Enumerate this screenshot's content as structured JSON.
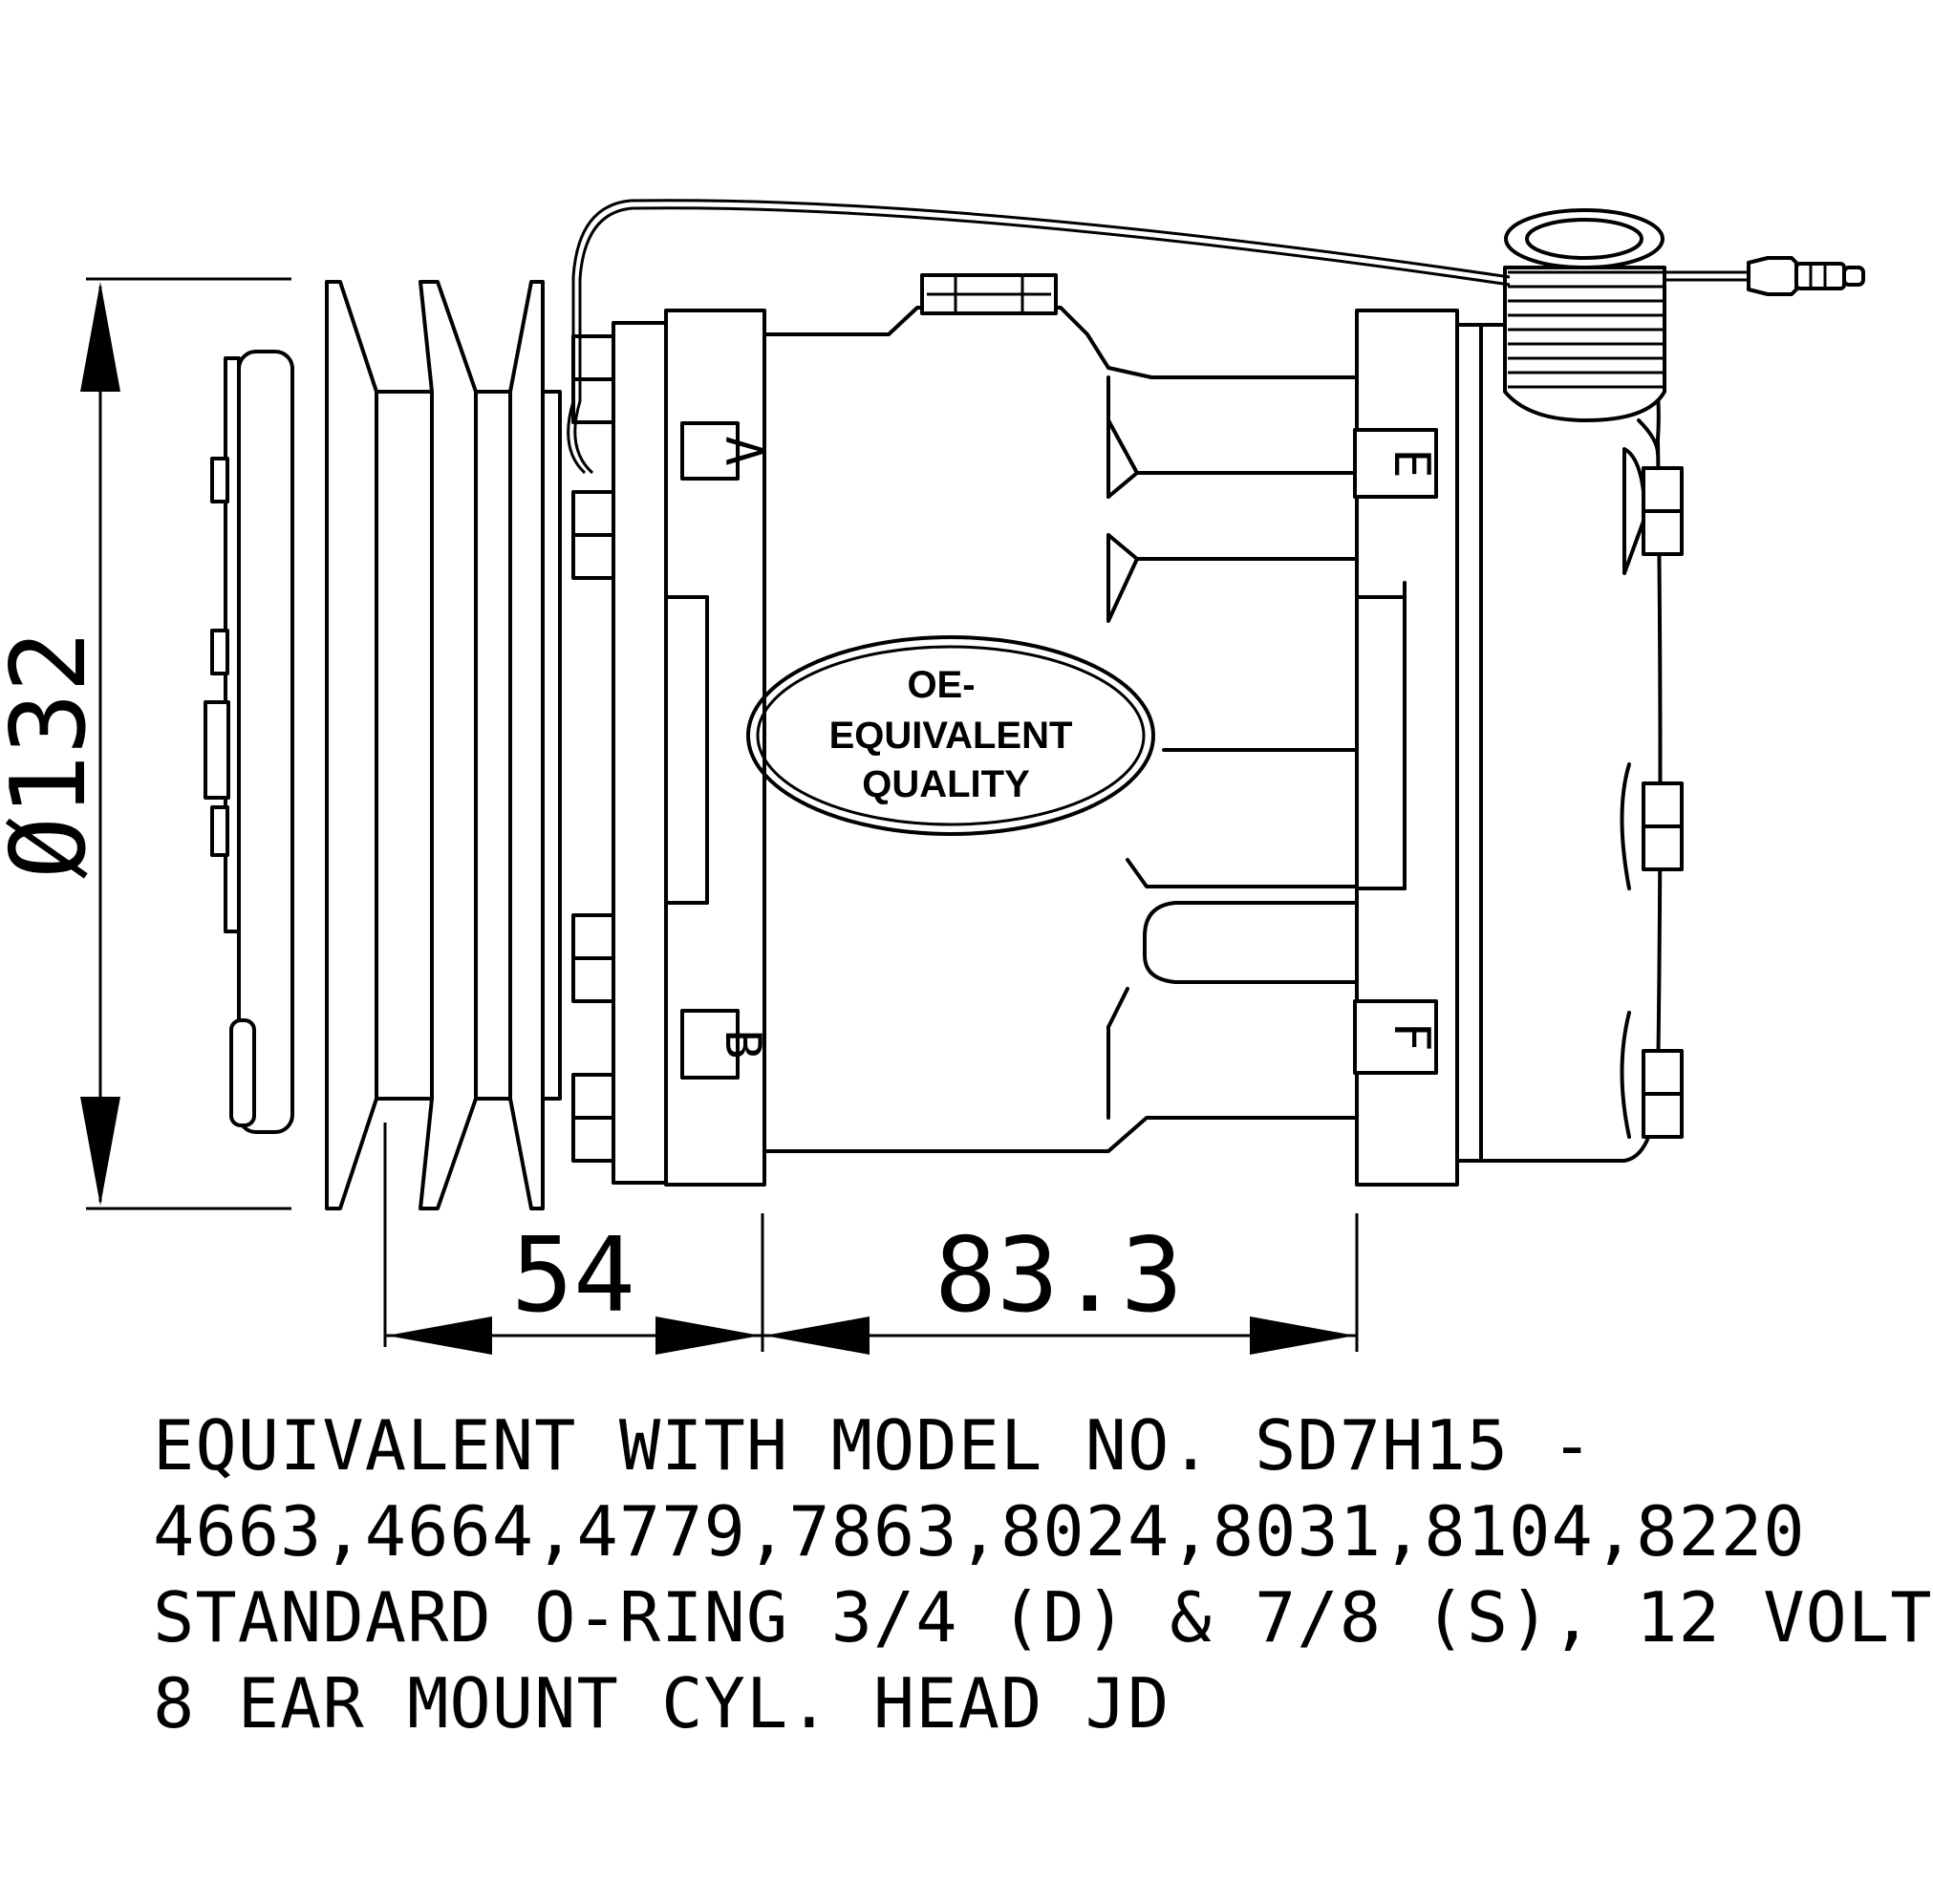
{
  "dimensions": {
    "diameter": "Ø132",
    "pulley_offset": "54",
    "ear_spacing": "83.3"
  },
  "labels": {
    "a": "A",
    "b": "B",
    "e": "E",
    "f": "F"
  },
  "badge": {
    "line1": "OE-",
    "line2": "EQUIVALENT",
    "line3": "QUALITY"
  },
  "specs": {
    "line1": "EQUIVALENT WITH MODEL NO. SD7H15 -",
    "line2": "4663,4664,4779,7863,8024,8031,8104,8220",
    "line3": "STANDARD O-RING 3/4 (D) & 7/8 (S), 12 VOLT",
    "line4": "8 EAR MOUNT CYL. HEAD JD"
  }
}
